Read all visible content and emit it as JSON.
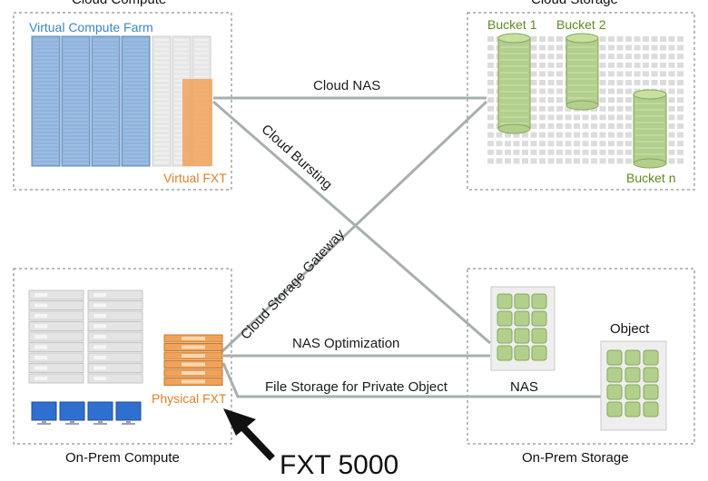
{
  "zones": {
    "cloud_compute": "Cloud Compute",
    "cloud_storage": "Cloud Storage",
    "onprem_compute": "On-Prem Compute",
    "onprem_storage": "On-Prem Storage"
  },
  "cloud_compute": {
    "farm_label": "Virtual Compute Farm",
    "fxt_label": "Virtual FXT"
  },
  "cloud_storage": {
    "bucket1": "Bucket 1",
    "bucket2": "Bucket 2",
    "bucketn": "Bucket n"
  },
  "links": {
    "cloud_nas": "Cloud NAS",
    "cloud_bursting": "Cloud Bursting",
    "cloud_storage_gateway": "Cloud Storage Gateway",
    "nas_optimization": "NAS Optimization",
    "file_storage": "File Storage for Private Object"
  },
  "onprem": {
    "physical_fxt": "Physical FXT",
    "nas": "NAS",
    "object": "Object"
  },
  "callout": "FXT 5000",
  "colors": {
    "compute_blue": "#8fb3dc",
    "fxt_orange": "#f0a25a",
    "bucket_green": "#b2cf8c",
    "link_gray": "#a7b0ae"
  }
}
